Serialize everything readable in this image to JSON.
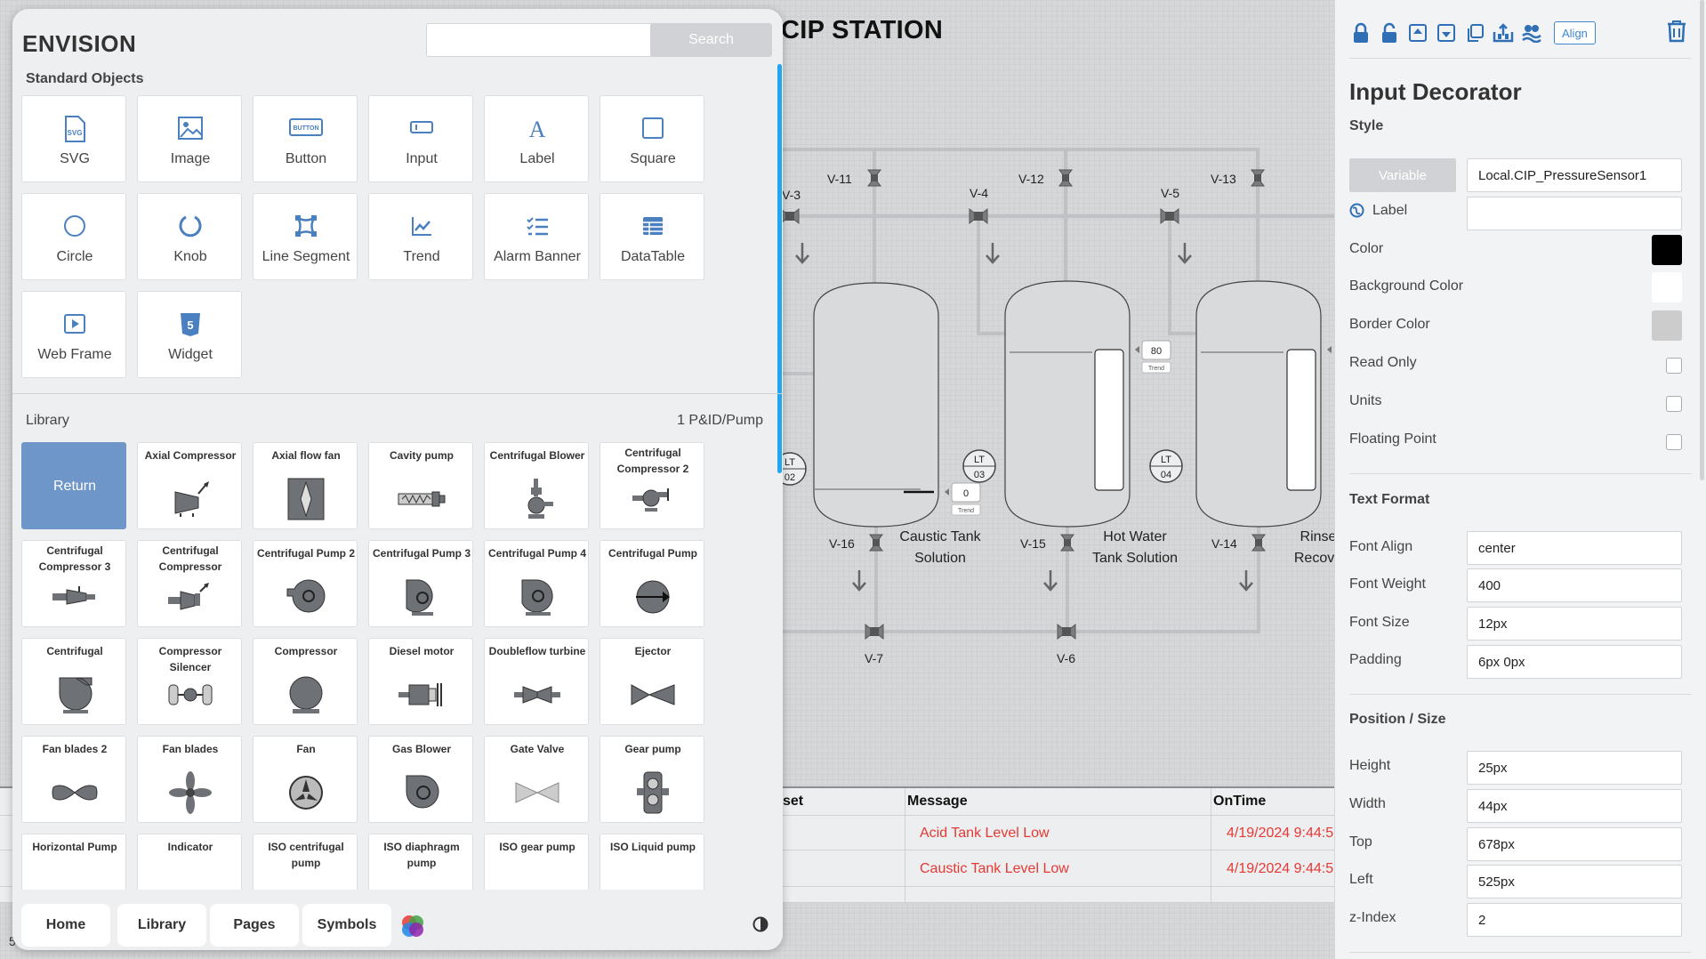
{
  "canvas": {
    "title": "CIP STATION",
    "valves": [
      "V-3",
      "V-11",
      "V-4",
      "V-12",
      "V-5",
      "V-13",
      "V-16",
      "V-15",
      "V-14",
      "V-7",
      "V-6"
    ],
    "tanks": [
      {
        "line1": "Caustic Tank",
        "line2": "Solution"
      },
      {
        "line1": "Hot Water",
        "line2": "Tank Solution"
      },
      {
        "line1": "Rinse",
        "line2": "Recove"
      }
    ],
    "level_indicators": [
      {
        "top": "LT",
        "bottom": "02"
      },
      {
        "top": "LT",
        "bottom": "03"
      },
      {
        "top": "LT",
        "bottom": "04"
      }
    ],
    "displays": [
      {
        "value": "0",
        "caption": "Trend"
      },
      {
        "value": "80",
        "caption": "Trend"
      }
    ],
    "alarms": {
      "columns": [
        "set",
        "Message",
        "OnTime"
      ],
      "rows": [
        {
          "message": "Acid Tank Level Low",
          "ontime": "4/19/2024 9:44:5"
        },
        {
          "message": "Caustic Tank Level Low",
          "ontime": "4/19/2024 9:44:5"
        }
      ]
    },
    "footer_text": "5."
  },
  "library": {
    "app_title": "ENVISION",
    "search_placeholder": "",
    "search_label": "Search",
    "standard_title": "Standard Objects",
    "standard_objects": [
      "SVG",
      "Image",
      "Button",
      "Input",
      "Label",
      "Square",
      "Circle",
      "Knob",
      "Line Segment",
      "Trend",
      "Alarm Banner",
      "DataTable",
      "Web Frame",
      "Widget"
    ],
    "library_title": "Library",
    "library_path": "1 P&ID/Pump",
    "return_label": "Return",
    "items": [
      "Axial Compressor",
      "Axial flow fan",
      "Cavity pump",
      "Centrifugal Blower",
      "Centrifugal Compressor 2",
      "Centrifugal Compressor 3",
      "Centrifugal Compressor",
      "Centrifugal Pump 2",
      "Centrifugal Pump 3",
      "Centrifugal Pump 4",
      "Centrifugal Pump",
      "Centrifugal",
      "Compressor Silencer",
      "Compressor",
      "Diesel motor",
      "Doubleflow turbine",
      "Ejector",
      "Fan blades 2",
      "Fan blades",
      "Fan",
      "Gas Blower",
      "Gate Valve",
      "Gear pump",
      "Horizontal Pump",
      "Indicator",
      "ISO centrifugal pump",
      "ISO diaphragm pump",
      "ISO gear pump",
      "ISO Liquid pump"
    ],
    "nav": [
      "Home",
      "Library",
      "Pages",
      "Symbols"
    ]
  },
  "props": {
    "align_label": "Align",
    "title": "Input Decorator",
    "style_title": "Style",
    "variable_label": "Variable",
    "variable_value": "Local.CIP_PressureSensor1",
    "label_label": "Label",
    "label_value": "",
    "color_label": "Color",
    "color_value": "#000000",
    "bg_color_label": "Background Color",
    "bg_color_value": "#ffffff",
    "border_color_label": "Border Color",
    "border_color_value": "#cccccc",
    "readonly_label": "Read Only",
    "units_label": "Units",
    "floating_label": "Floating Point",
    "text_format_title": "Text Format",
    "font_align_label": "Font Align",
    "font_align_value": "center",
    "font_weight_label": "Font Weight",
    "font_weight_value": "400",
    "font_size_label": "Font Size",
    "font_size_value": "12px",
    "padding_label": "Padding",
    "padding_value": "6px 0px",
    "position_title": "Position / Size",
    "height_label": "Height",
    "height_value": "25px",
    "width_label": "Width",
    "width_value": "44px",
    "top_label": "Top",
    "top_value": "678px",
    "left_label": "Left",
    "left_value": "525px",
    "zindex_label": "z-Index",
    "zindex_value": "2"
  }
}
